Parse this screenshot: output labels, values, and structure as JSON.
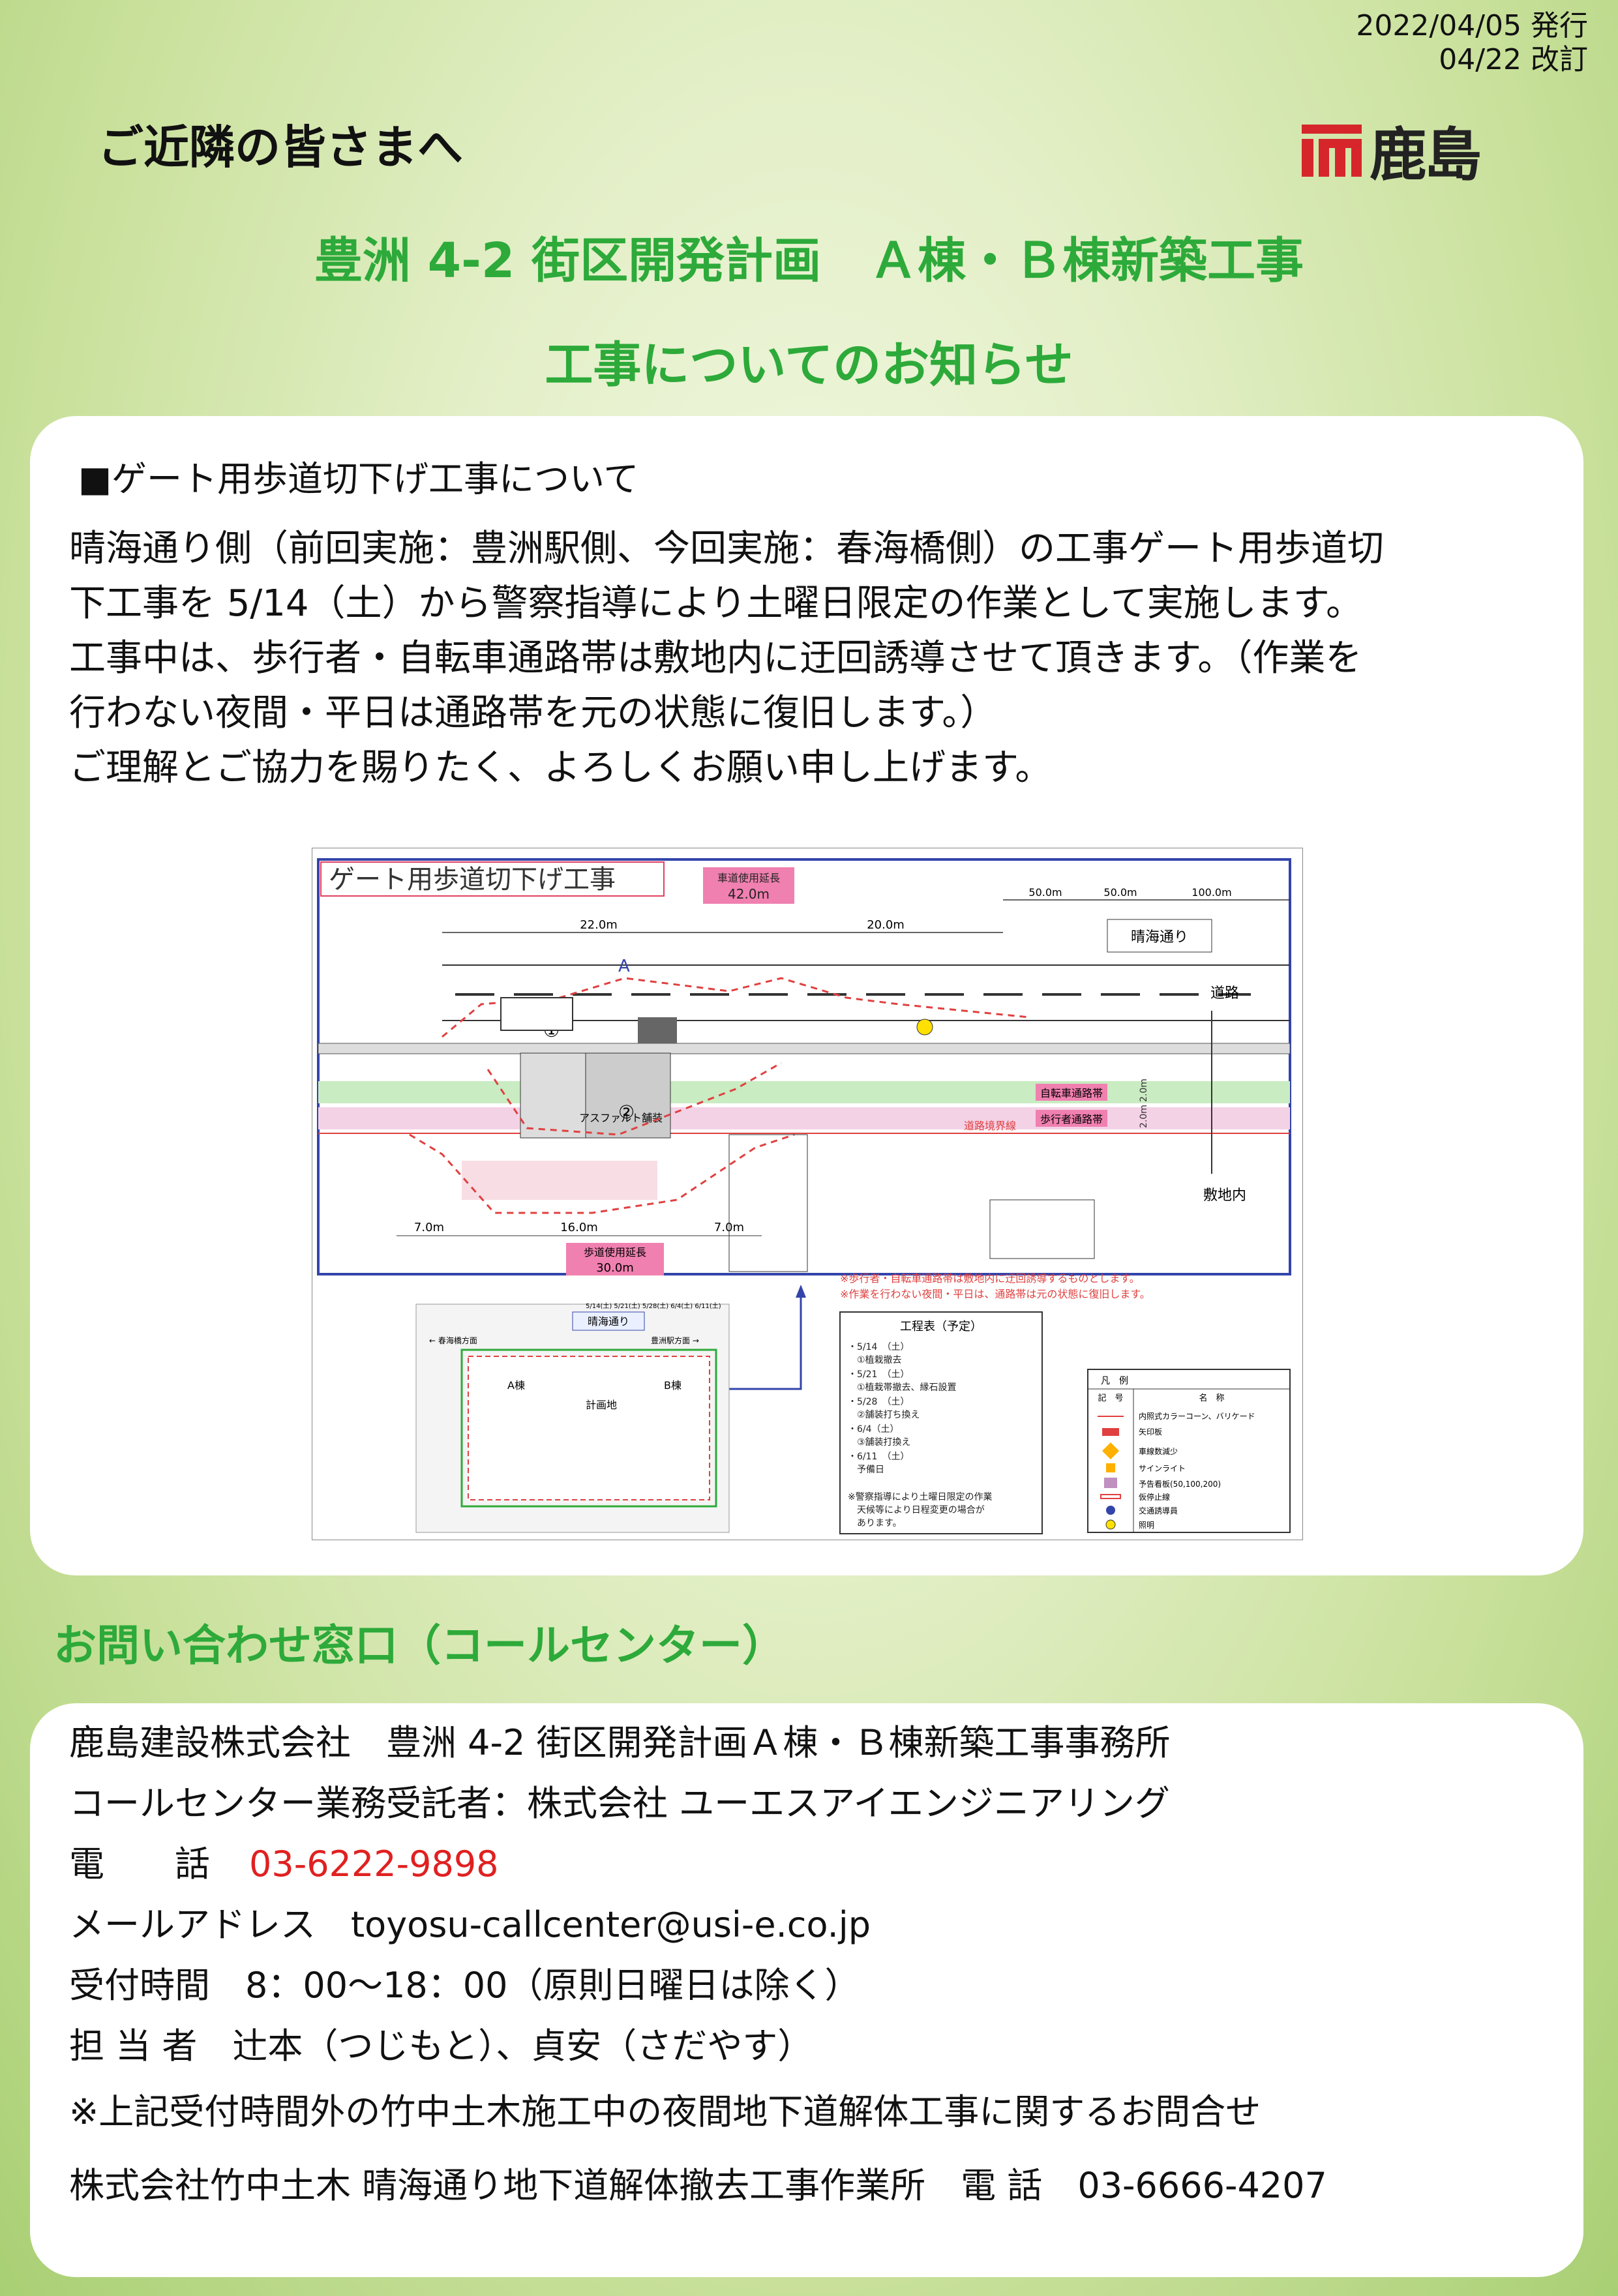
{
  "header": {
    "issue_date": "2022/04/05 発行",
    "revision_date": "04/22 改訂",
    "greeting": "ご近隣の皆さまへ",
    "logo_text": "鹿島"
  },
  "title": {
    "line1": "豊洲 4-2 街区開発計画　Ａ棟・Ｂ棟新築工事",
    "line2": "工事についてのお知らせ"
  },
  "notice": {
    "heading": "■ゲート用歩道切下げ工事について",
    "lines": [
      "晴海通り側（前回実施：豊洲駅側、今回実施：春海橋側）の工事ゲート用歩道切",
      "下工事を 5/14（土）から警察指導により土曜日限定の作業として実施します。",
      "工事中は、歩行者・自転車通路帯は敷地内に迂回誘導させて頂きます。（作業を",
      "行わない夜間・平日は通路帯を元の状態に復旧します。）",
      "ご理解とご協力を賜りたく、よろしくお願い申し上げます。"
    ]
  },
  "figure": {
    "title": "ゲート用歩道切下げ工事",
    "road_use_label": "車道使用延長",
    "road_use_len": "42.0m",
    "sidewalk_use_label": "歩道使用延長",
    "sidewalk_use_len": "30.0m",
    "dim_22": "22.0m",
    "dim_20": "20.0m",
    "dim_50a": "50.0m",
    "dim_50b": "50.0m",
    "dim_100": "100.0m",
    "dim_7": "7.0m",
    "dim_16": "16.0m",
    "dim_7b": "7.0m",
    "harumi": "晴海通り",
    "road": "道路",
    "site": "敷地内",
    "bike_lane": "自転車通路帯",
    "ped_lane": "歩行者通路帯",
    "boundary": "道路境界線",
    "asphalt": "アスファルト舗装",
    "circle1": "①",
    "circle2": "②",
    "markA": "A",
    "w2a": "2.0m",
    "w2b": "2.0m",
    "note1": "※歩行者・自転車通路帯は敷地内に迂回誘導するものとします。",
    "note2": "※作業を行わない夜間・平日は、通路帯は元の状態に復旧します。",
    "map_harumi": "晴海通り",
    "map_a": "A棟",
    "map_b": "B棟",
    "map_site": "計画地",
    "map_harumibashi": "← 春海橋方面",
    "map_toyosu": "豊洲駅方面 →",
    "map_dates": "5/14(土) 5/21(土) 5/28(土) 6/4(土) 6/11(土)",
    "schedule_title": "工程表（予定）",
    "schedule": [
      "・5/14　（土）",
      "　①植栽撤去",
      "・5/21　（土）",
      "　①植栽帯撤去、縁石設置",
      "・5/28　（土）",
      "　②舗装打ち換え",
      "・6/4（土）",
      "　③舗装打換え",
      "・6/11　（土）",
      "　予備日",
      "",
      "※警察指導により土曜日限定の作業",
      "　天候等により日程変更の場合が",
      "　あります。"
    ],
    "legend_title": "凡　例",
    "legend_head_sym": "記　号",
    "legend_head_name": "名　称",
    "legend": [
      "内照式カラーコーン、バリケード",
      "矢印板",
      "車線数減少",
      "サインライト",
      "予告看板(50,100,200)",
      "仮停止線",
      "交通誘導員",
      "照明"
    ]
  },
  "contact": {
    "heading": "お問い合わせ窓口（コールセンター）",
    "company": "鹿島建設株式会社　豊洲 4-2 街区開発計画Ａ棟・Ｂ棟新築工事事務所",
    "callcenter": "コールセンター業務受託者：株式会社 ユーエスアイエンジニアリング",
    "phone_label": "電　　話",
    "phone": "03-6222-9898",
    "mail_label": "メールアドレス",
    "mail": "toyosu-callcenter@usi-e.co.jp",
    "hours_label": "受付時間",
    "hours": "8：00～18：00（原則日曜日は除く）",
    "person_label": "担 当 者",
    "person": "辻本（つじもと）、貞安（さだやす）",
    "note": "※上記受付時間外の竹中土木施工中の夜間地下道解体工事に関するお問合せ",
    "other_company": "株式会社竹中土木 晴海通り地下道解体撤去工事作業所",
    "other_phone_label": "電 話",
    "other_phone": "03-6666-4207"
  },
  "colors": {
    "green": "#2daa3a",
    "red": "#e02020",
    "logo_red": "#d6262b"
  }
}
